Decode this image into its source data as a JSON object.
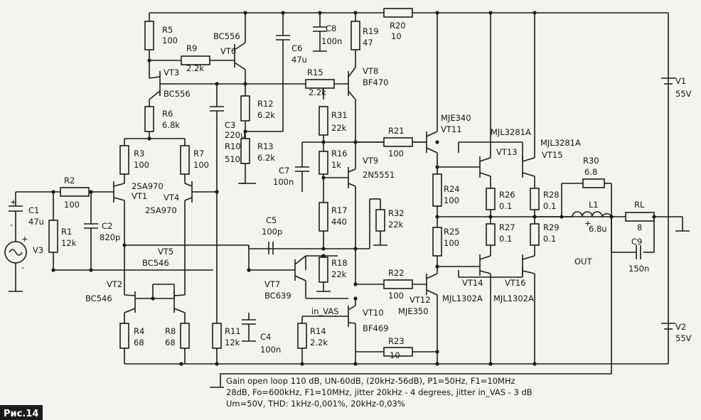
{
  "figure_label": "Рис.14",
  "notes": [
    "Gain open loop 110 dB, UN-60dB, (20kHz-56dB), P1=50Hz, F1=10MHz",
    "28dB, Fo=600kHz, F1=10MHz, jitter 20kHz - 4 degrees, jitter in_VAS - 3 dB",
    "Um=50V, THD: 1kHz-0,001%, 20kHz-0,03%"
  ],
  "labels": [
    {
      "id": "r5",
      "t": "R5"
    },
    {
      "id": "r5v",
      "t": "100"
    },
    {
      "id": "r9",
      "t": "R9"
    },
    {
      "id": "r9v",
      "t": "2.2k"
    },
    {
      "id": "vt6t",
      "t": "BC556"
    },
    {
      "id": "vt6",
      "t": "VT6"
    },
    {
      "id": "vt3",
      "t": "VT3"
    },
    {
      "id": "vt3t",
      "t": "BC556"
    },
    {
      "id": "c6",
      "t": "C6"
    },
    {
      "id": "c6v",
      "t": "47u"
    },
    {
      "id": "c8",
      "t": "C8"
    },
    {
      "id": "c8v",
      "t": "100n"
    },
    {
      "id": "r19",
      "t": "R19"
    },
    {
      "id": "r19v",
      "t": "47"
    },
    {
      "id": "r20",
      "t": "R20"
    },
    {
      "id": "r20v",
      "t": "10"
    },
    {
      "id": "vt8",
      "t": "VT8"
    },
    {
      "id": "vt8t",
      "t": "BF470"
    },
    {
      "id": "r15",
      "t": "R15"
    },
    {
      "id": "r15v",
      "t": "2.2k"
    },
    {
      "id": "r12",
      "t": "R12"
    },
    {
      "id": "r12v",
      "t": "6.2k"
    },
    {
      "id": "r6",
      "t": "R6"
    },
    {
      "id": "r6v",
      "t": "6.8k"
    },
    {
      "id": "c3",
      "t": "C3"
    },
    {
      "id": "c3v",
      "t": "220u"
    },
    {
      "id": "r10",
      "t": "R10"
    },
    {
      "id": "r10v",
      "t": "510"
    },
    {
      "id": "r13",
      "t": "R13"
    },
    {
      "id": "r13v",
      "t": "6.2k"
    },
    {
      "id": "r31",
      "t": "R31"
    },
    {
      "id": "r31v",
      "t": "22k"
    },
    {
      "id": "r3",
      "t": "R3"
    },
    {
      "id": "r3v",
      "t": "100"
    },
    {
      "id": "r7",
      "t": "R7"
    },
    {
      "id": "r7v",
      "t": "100"
    },
    {
      "id": "r16",
      "t": "R16"
    },
    {
      "id": "r16v",
      "t": "1k"
    },
    {
      "id": "c7",
      "t": "C7"
    },
    {
      "id": "c7v",
      "t": "100n"
    },
    {
      "id": "vt9",
      "t": "VT9"
    },
    {
      "id": "vt9t",
      "t": "2N5551"
    },
    {
      "id": "r2",
      "t": "R2"
    },
    {
      "id": "r2v",
      "t": "100"
    },
    {
      "id": "vt1t",
      "t": "2SA970"
    },
    {
      "id": "vt1",
      "t": "VT1"
    },
    {
      "id": "vt4",
      "t": "VT4"
    },
    {
      "id": "vt4t",
      "t": "2SA970"
    },
    {
      "id": "c1",
      "t": "C1"
    },
    {
      "id": "c1v",
      "t": "47u"
    },
    {
      "id": "r1",
      "t": "R1"
    },
    {
      "id": "r1v",
      "t": "12k"
    },
    {
      "id": "c2",
      "t": "C2"
    },
    {
      "id": "c2v",
      "t": "820p"
    },
    {
      "id": "v3",
      "t": "V3"
    },
    {
      "id": "r17",
      "t": "R17"
    },
    {
      "id": "r17v",
      "t": "440"
    },
    {
      "id": "r32",
      "t": "R32"
    },
    {
      "id": "r32v",
      "t": "22k"
    },
    {
      "id": "c5",
      "t": "C5"
    },
    {
      "id": "c5v",
      "t": "100p"
    },
    {
      "id": "vt5",
      "t": "VT5"
    },
    {
      "id": "vt5t",
      "t": "BC546"
    },
    {
      "id": "vt7",
      "t": "VT7"
    },
    {
      "id": "vt7t",
      "t": "BC639"
    },
    {
      "id": "r18",
      "t": "R18"
    },
    {
      "id": "r18v",
      "t": "22k"
    },
    {
      "id": "vt2",
      "t": "VT2"
    },
    {
      "id": "vt2t",
      "t": "BC546"
    },
    {
      "id": "invas",
      "t": "in_VAS"
    },
    {
      "id": "vt10",
      "t": "VT10"
    },
    {
      "id": "vt10t",
      "t": "BF469"
    },
    {
      "id": "r4",
      "t": "R4"
    },
    {
      "id": "r4v",
      "t": "68"
    },
    {
      "id": "r8",
      "t": "R8"
    },
    {
      "id": "r8v",
      "t": "68"
    },
    {
      "id": "r11",
      "t": "R11"
    },
    {
      "id": "r11v",
      "t": "12k"
    },
    {
      "id": "c4",
      "t": "C4"
    },
    {
      "id": "c4v",
      "t": "100n"
    },
    {
      "id": "r14",
      "t": "R14"
    },
    {
      "id": "r14v",
      "t": "2.2k"
    },
    {
      "id": "r21",
      "t": "R21"
    },
    {
      "id": "r21v",
      "t": "100"
    },
    {
      "id": "r22",
      "t": "R22"
    },
    {
      "id": "r22v",
      "t": "100"
    },
    {
      "id": "r23",
      "t": "R23"
    },
    {
      "id": "r23v",
      "t": "10"
    },
    {
      "id": "vt11t",
      "t": "MJE340"
    },
    {
      "id": "vt11",
      "t": "VT11"
    },
    {
      "id": "vt12",
      "t": "VT12"
    },
    {
      "id": "vt12t",
      "t": "MJE350"
    },
    {
      "id": "r24",
      "t": "R24"
    },
    {
      "id": "r24v",
      "t": "100"
    },
    {
      "id": "r25",
      "t": "R25"
    },
    {
      "id": "r25v",
      "t": "100"
    },
    {
      "id": "vt13t",
      "t": "MJL3281A"
    },
    {
      "id": "vt13",
      "t": "VT13"
    },
    {
      "id": "vt15t",
      "t": "MJL3281A"
    },
    {
      "id": "vt15",
      "t": "VT15"
    },
    {
      "id": "r26",
      "t": "R26"
    },
    {
      "id": "r26v",
      "t": "0.1"
    },
    {
      "id": "r27",
      "t": "R27"
    },
    {
      "id": "r27v",
      "t": "0.1"
    },
    {
      "id": "r28",
      "t": "R28"
    },
    {
      "id": "r28v",
      "t": "0.1"
    },
    {
      "id": "r29",
      "t": "R29"
    },
    {
      "id": "r29v",
      "t": "0.1"
    },
    {
      "id": "vt14",
      "t": "VT14"
    },
    {
      "id": "vt16",
      "t": "VT16"
    },
    {
      "id": "vt14t",
      "t": "MJL1302A"
    },
    {
      "id": "vt16t",
      "t": "MJL1302A"
    },
    {
      "id": "r30",
      "t": "R30"
    },
    {
      "id": "r30v",
      "t": "6.8"
    },
    {
      "id": "l1",
      "t": "L1"
    },
    {
      "id": "l1v",
      "t": "6.8u"
    },
    {
      "id": "rl",
      "t": "RL"
    },
    {
      "id": "rlv",
      "t": "8"
    },
    {
      "id": "c9",
      "t": "C9"
    },
    {
      "id": "c9v",
      "t": "150n"
    },
    {
      "id": "out",
      "t": "OUT"
    },
    {
      "id": "v1",
      "t": "V1"
    },
    {
      "id": "v1v",
      "t": "55V"
    },
    {
      "id": "v2",
      "t": "V2"
    },
    {
      "id": "v2v",
      "t": "55V"
    },
    {
      "id": "plus1",
      "t": "+"
    },
    {
      "id": "minus1",
      "t": "-"
    },
    {
      "id": "plus3",
      "t": "+"
    },
    {
      "id": "minus3",
      "t": "-"
    },
    {
      "id": "plusl",
      "t": "+"
    }
  ]
}
